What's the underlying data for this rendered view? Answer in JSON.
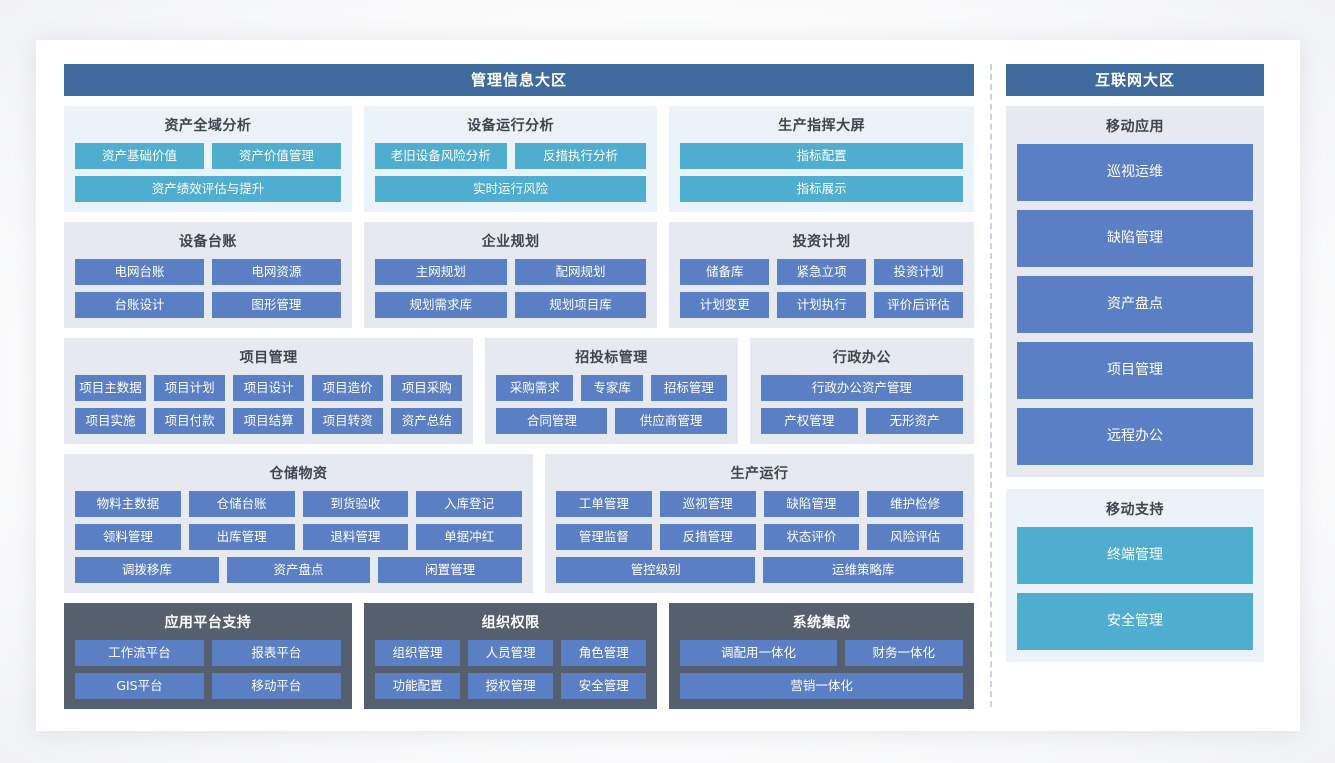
{
  "left_zone": {
    "header": "管理信息大区",
    "rows": [
      {
        "cards": [
          {
            "title": "资产全域分析",
            "theme": "cyan",
            "flex": 286,
            "tile_rows": [
              [
                {
                  "label": "资产基础价值",
                  "flex": 1
                },
                {
                  "label": "资产价值管理",
                  "flex": 1
                }
              ],
              [
                {
                  "label": "资产绩效评估与提升",
                  "flex": 1
                }
              ]
            ]
          },
          {
            "title": "设备运行分析",
            "theme": "cyan",
            "flex": 292,
            "tile_rows": [
              [
                {
                  "label": "老旧设备风险分析",
                  "flex": 1
                },
                {
                  "label": "反措执行分析",
                  "flex": 1
                }
              ],
              [
                {
                  "label": "实时运行风险",
                  "flex": 1
                }
              ]
            ]
          },
          {
            "title": "生产指挥大屏",
            "theme": "cyan",
            "flex": 304,
            "tile_rows": [
              [
                {
                  "label": "指标配置",
                  "flex": 1
                }
              ],
              [
                {
                  "label": "指标展示",
                  "flex": 1
                }
              ]
            ]
          }
        ]
      },
      {
        "cards": [
          {
            "title": "设备台账",
            "theme": "grey",
            "flex": 286,
            "tile_rows": [
              [
                {
                  "label": "电网台账",
                  "flex": 1
                },
                {
                  "label": "电网资源",
                  "flex": 1
                }
              ],
              [
                {
                  "label": "台账设计",
                  "flex": 1
                },
                {
                  "label": "图形管理",
                  "flex": 1
                }
              ]
            ]
          },
          {
            "title": "企业规划",
            "theme": "grey",
            "flex": 292,
            "tile_rows": [
              [
                {
                  "label": "主网规划",
                  "flex": 1
                },
                {
                  "label": "配网规划",
                  "flex": 1
                }
              ],
              [
                {
                  "label": "规划需求库",
                  "flex": 1
                },
                {
                  "label": "规划项目库",
                  "flex": 1
                }
              ]
            ]
          },
          {
            "title": "投资计划",
            "theme": "grey",
            "flex": 304,
            "tile_rows": [
              [
                {
                  "label": "储备库",
                  "flex": 1
                },
                {
                  "label": "紧急立项",
                  "flex": 1
                },
                {
                  "label": "投资计划",
                  "flex": 1
                }
              ],
              [
                {
                  "label": "计划变更",
                  "flex": 1
                },
                {
                  "label": "计划执行",
                  "flex": 1
                },
                {
                  "label": "评价后评估",
                  "flex": 1
                }
              ]
            ]
          }
        ]
      },
      {
        "cards": [
          {
            "title": "项目管理",
            "theme": "grey",
            "flex": 425,
            "tile_rows": [
              [
                {
                  "label": "项目主数据",
                  "flex": 1
                },
                {
                  "label": "项目计划",
                  "flex": 1
                },
                {
                  "label": "项目设计",
                  "flex": 1
                },
                {
                  "label": "项目造价",
                  "flex": 1
                },
                {
                  "label": "项目采购",
                  "flex": 1
                }
              ],
              [
                {
                  "label": "项目实施",
                  "flex": 1
                },
                {
                  "label": "项目付款",
                  "flex": 1
                },
                {
                  "label": "项目结算",
                  "flex": 1
                },
                {
                  "label": "项目转资",
                  "flex": 1
                },
                {
                  "label": "资产总结",
                  "flex": 1
                }
              ]
            ]
          },
          {
            "title": "招投标管理",
            "theme": "grey",
            "flex": 253,
            "tile_rows": [
              [
                {
                  "label": "采购需求",
                  "flex": 1.08
                },
                {
                  "label": "专家库",
                  "flex": 0.86
                },
                {
                  "label": "招标管理",
                  "flex": 1.06
                }
              ],
              [
                {
                  "label": "合同管理",
                  "flex": 1
                },
                {
                  "label": "供应商管理",
                  "flex": 1
                }
              ]
            ]
          },
          {
            "title": "行政办公",
            "theme": "grey",
            "flex": 222,
            "tile_rows": [
              [
                {
                  "label": "行政办公资产管理",
                  "flex": 1
                }
              ],
              [
                {
                  "label": "产权管理",
                  "flex": 1
                },
                {
                  "label": "无形资产",
                  "flex": 1
                }
              ]
            ]
          }
        ]
      },
      {
        "cards": [
          {
            "title": "仓储物资",
            "theme": "grey",
            "flex": 470,
            "tile_rows": [
              [
                {
                  "label": "物料主数据",
                  "flex": 1
                },
                {
                  "label": "仓储台账",
                  "flex": 1
                },
                {
                  "label": "到货验收",
                  "flex": 1
                },
                {
                  "label": "入库登记",
                  "flex": 1
                }
              ],
              [
                {
                  "label": "领料管理",
                  "flex": 1
                },
                {
                  "label": "出库管理",
                  "flex": 1
                },
                {
                  "label": "退料管理",
                  "flex": 1
                },
                {
                  "label": "单据冲红",
                  "flex": 1
                }
              ],
              [
                {
                  "label": "调拨移库",
                  "flex": 1
                },
                {
                  "label": "资产盘点",
                  "flex": 1
                },
                {
                  "label": "闲置管理",
                  "flex": 1
                }
              ]
            ]
          },
          {
            "title": "生产运行",
            "theme": "grey",
            "flex": 428,
            "tile_rows": [
              [
                {
                  "label": "工单管理",
                  "flex": 1
                },
                {
                  "label": "巡视管理",
                  "flex": 1
                },
                {
                  "label": "缺陷管理",
                  "flex": 1
                },
                {
                  "label": "维护检修",
                  "flex": 1
                }
              ],
              [
                {
                  "label": "管理监督",
                  "flex": 1
                },
                {
                  "label": "反措管理",
                  "flex": 1
                },
                {
                  "label": "状态评价",
                  "flex": 1
                },
                {
                  "label": "风险评估",
                  "flex": 1
                }
              ],
              [
                {
                  "label": "管控级别",
                  "flex": 1
                },
                {
                  "label": "运维策略库",
                  "flex": 1
                }
              ]
            ]
          }
        ]
      },
      {
        "cards": [
          {
            "title": "应用平台支持",
            "theme": "dark",
            "flex": 286,
            "tile_rows": [
              [
                {
                  "label": "工作流平台",
                  "flex": 1
                },
                {
                  "label": "报表平台",
                  "flex": 1
                }
              ],
              [
                {
                  "label": "GIS平台",
                  "flex": 1
                },
                {
                  "label": "移动平台",
                  "flex": 1
                }
              ]
            ]
          },
          {
            "title": "组织权限",
            "theme": "dark",
            "flex": 292,
            "tile_rows": [
              [
                {
                  "label": "组织管理",
                  "flex": 1
                },
                {
                  "label": "人员管理",
                  "flex": 1
                },
                {
                  "label": "角色管理",
                  "flex": 1
                }
              ],
              [
                {
                  "label": "功能配置",
                  "flex": 1
                },
                {
                  "label": "授权管理",
                  "flex": 1
                },
                {
                  "label": "安全管理",
                  "flex": 1
                }
              ]
            ]
          },
          {
            "title": "系统集成",
            "theme": "dark",
            "flex": 304,
            "tile_rows": [
              [
                {
                  "label": "调配用一体化",
                  "flex": 1.32
                },
                {
                  "label": "财务一体化",
                  "flex": 1
                }
              ],
              [
                {
                  "label": "营销一体化",
                  "flex": 1
                }
              ]
            ]
          }
        ]
      }
    ]
  },
  "right_zone": {
    "header": "互联网大区",
    "panels": [
      {
        "title": "移动应用",
        "theme": "grey",
        "tiles": [
          "巡视运维",
          "缺陷管理",
          "资产盘点",
          "项目管理",
          "远程办公"
        ]
      },
      {
        "title": "移动支持",
        "theme": "cyan",
        "tiles": [
          "终端管理",
          "安全管理"
        ]
      }
    ]
  },
  "colors": {
    "zone_header_blue": "#3f6a9d",
    "tile_blue": "#5b7fc4",
    "tile_cyan": "#4fadcf",
    "card_cyan_bg": "#eaf3fa",
    "card_grey_bg": "#e6e9f0",
    "card_dark_bg": "#555f6e",
    "divider": "#c9d4e2",
    "page_bg": "#ffffff"
  }
}
